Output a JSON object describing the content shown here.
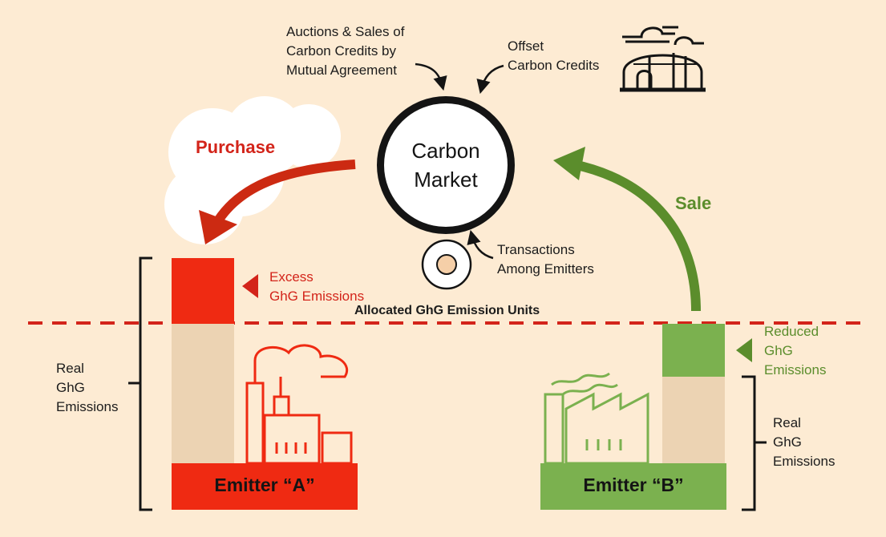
{
  "market": {
    "label": "Carbon\nMarket"
  },
  "labels": {
    "auctions": "Auctions & Sales of\nCarbon Credits by\nMutual Agreement",
    "offset": "Offset\nCarbon Credits",
    "transactions": "Transactions\nAmong Emitters",
    "purchase": "Purchase",
    "sale": "Sale",
    "excess": "Excess\nGhG Emissions",
    "allocated": "Allocated GhG Emission Units",
    "reduced": "Reduced\nGhG\nEmissions",
    "real_left": "Real\nGhG\nEmissions",
    "real_right": "Real\nGhG\nEmissions"
  },
  "emitters": {
    "a": "Emitter “A”",
    "b": "Emitter “B”"
  },
  "colors": {
    "background": "#fdebd3",
    "red": "#ef2a12",
    "dark_red": "#cc2a12",
    "green": "#7bb14f",
    "dark_green": "#5b8d2c",
    "tan": "#ecd3b3",
    "black": "#141414"
  },
  "icons": {
    "greenhouse": "greenhouse-icon",
    "factory_a": "factory-icon",
    "factory_b": "factory-icon",
    "coin": "coin-icon"
  }
}
